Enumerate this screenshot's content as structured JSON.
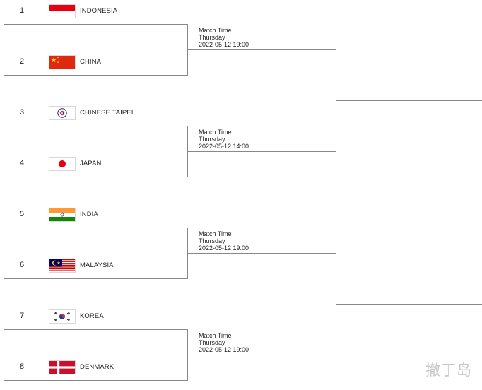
{
  "teams": [
    {
      "seed": "1",
      "name": "INDONESIA"
    },
    {
      "seed": "2",
      "name": "CHINA"
    },
    {
      "seed": "3",
      "name": "CHINESE TAIPEI"
    },
    {
      "seed": "4",
      "name": "JAPAN"
    },
    {
      "seed": "5",
      "name": "INDIA"
    },
    {
      "seed": "6",
      "name": "MALAYSIA"
    },
    {
      "seed": "7",
      "name": "KOREA"
    },
    {
      "seed": "8",
      "name": "DENMARK"
    }
  ],
  "matches": [
    {
      "label": "Match Time",
      "day": "Thursday",
      "datetime": "2022-05-12 19:00"
    },
    {
      "label": "Match Time",
      "day": "Thursday",
      "datetime": "2022-05-12 14:00"
    },
    {
      "label": "Match Time",
      "day": "Thursday",
      "datetime": "2022-05-12 19:00"
    },
    {
      "label": "Match Time",
      "day": "Thursday",
      "datetime": "2022-05-12 19:00"
    }
  ],
  "flags": [
    "indonesia-flag",
    "china-flag",
    "chinese-taipei-flag",
    "japan-flag",
    "india-flag",
    "malaysia-flag",
    "korea-flag",
    "denmark-flag"
  ],
  "colors": {
    "line": "#888888",
    "text": "#222222",
    "watermark": "#c8c8c8"
  },
  "watermark": "撤丁岛"
}
